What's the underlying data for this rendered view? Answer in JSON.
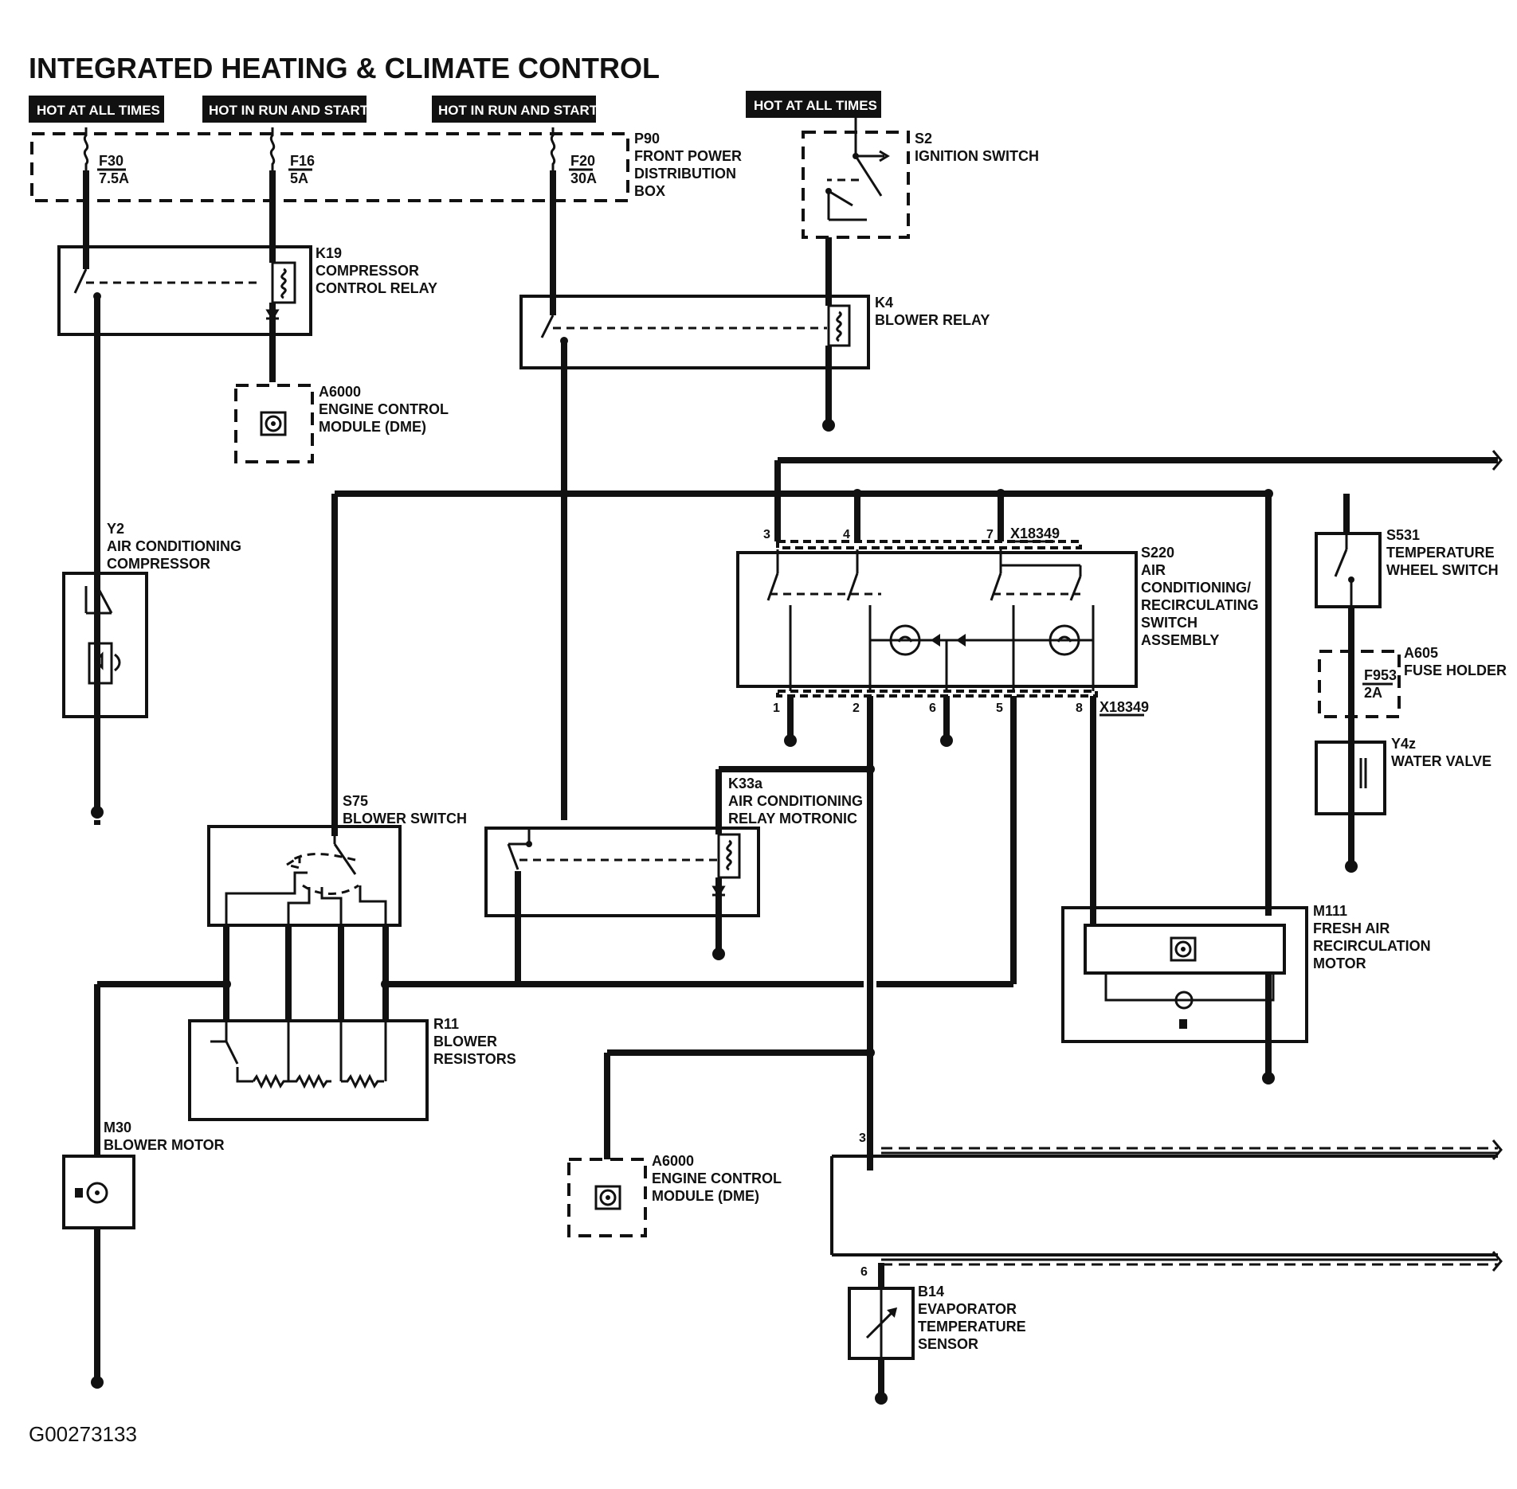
{
  "title": "INTEGRATED HEATING & CLIMATE CONTROL",
  "footer_code": "G00273133",
  "power_badges": [
    {
      "label": "HOT AT ALL TIMES"
    },
    {
      "label": "HOT IN RUN AND START"
    },
    {
      "label": "HOT IN RUN AND START"
    },
    {
      "label": "HOT AT ALL TIMES"
    }
  ],
  "fuses": [
    {
      "id": "F30",
      "rating": "7.5A"
    },
    {
      "id": "F16",
      "rating": "5A"
    },
    {
      "id": "F20",
      "rating": "30A"
    },
    {
      "id": "F953",
      "rating": "2A"
    }
  ],
  "connectors": {
    "a": "X18349",
    "b": "X18349"
  },
  "pins": {
    "s220_top": [
      "3",
      "4",
      "7"
    ],
    "s220_bottom": [
      "1",
      "2",
      "6",
      "5",
      "8"
    ],
    "bus_in": "3",
    "bus_out": "6"
  },
  "components": {
    "p90": {
      "ref": "P90",
      "l1": "FRONT POWER",
      "l2": "DISTRIBUTION",
      "l3": "BOX"
    },
    "s2": {
      "ref": "S2",
      "l1": "IGNITION SWITCH"
    },
    "k19": {
      "ref": "K19",
      "l1": "COMPRESSOR",
      "l2": "CONTROL RELAY"
    },
    "k4": {
      "ref": "K4",
      "l1": "BLOWER RELAY"
    },
    "a6000_top": {
      "ref": "A6000",
      "l1": "ENGINE CONTROL",
      "l2": "MODULE (DME)"
    },
    "y2": {
      "ref": "Y2",
      "l1": "AIR CONDITIONING",
      "l2": "COMPRESSOR"
    },
    "s220": {
      "ref": "S220",
      "l1": "AIR",
      "l2": "CONDITIONING/",
      "l3": "RECIRCULATING",
      "l4": "SWITCH",
      "l5": "ASSEMBLY"
    },
    "s531": {
      "ref": "S531",
      "l1": "TEMPERATURE",
      "l2": "WHEEL SWITCH"
    },
    "a605": {
      "ref": "A605",
      "l1": "FUSE HOLDER"
    },
    "y4z": {
      "ref": "Y4z",
      "l1": "WATER VALVE"
    },
    "s75": {
      "ref": "S75",
      "l1": "BLOWER SWITCH"
    },
    "k33a": {
      "ref": "K33a",
      "l1": "AIR CONDITIONING",
      "l2": "RELAY MOTRONIC"
    },
    "m111": {
      "ref": "M111",
      "l1": "FRESH AIR",
      "l2": "RECIRCULATION",
      "l3": "MOTOR"
    },
    "r11": {
      "ref": "R11",
      "l1": "BLOWER",
      "l2": "RESISTORS"
    },
    "m30": {
      "ref": "M30",
      "l1": "BLOWER MOTOR"
    },
    "a6000_bottom": {
      "ref": "A6000",
      "l1": "ENGINE CONTROL",
      "l2": "MODULE (DME)"
    },
    "b14": {
      "ref": "B14",
      "l1": "EVAPORATOR",
      "l2": "TEMPERATURE",
      "l3": "SENSOR"
    }
  }
}
